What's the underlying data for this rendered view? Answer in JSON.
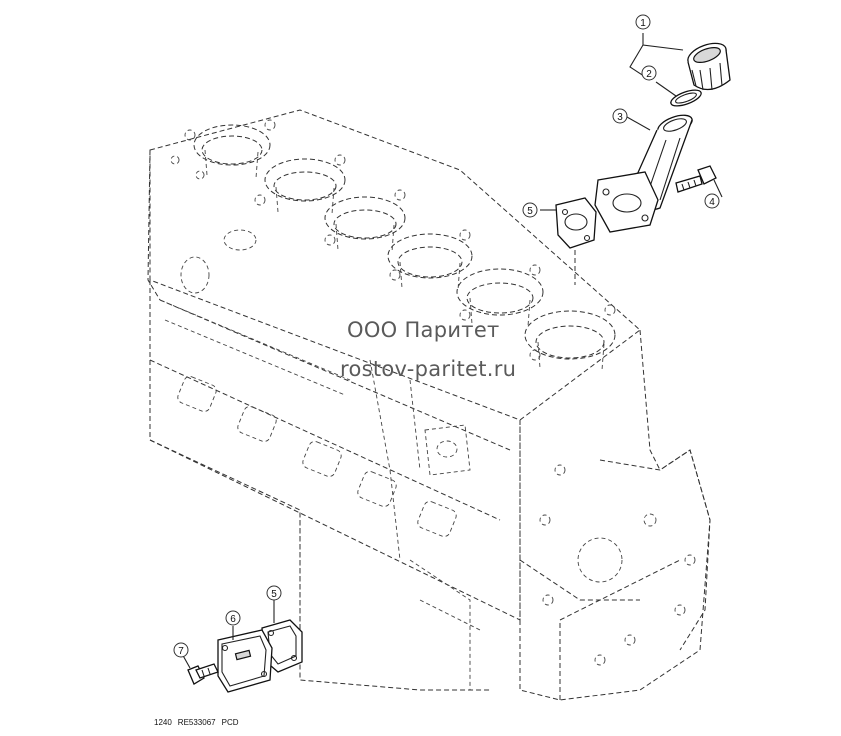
{
  "watermark": {
    "line1": "ООО Паритет",
    "line2": "rostov-paritet.ru"
  },
  "footer": {
    "figure_no": "1240",
    "drawing_code": "RE533067",
    "format": "PCD"
  },
  "callouts": [
    "1",
    "2",
    "3",
    "4",
    "5",
    "5",
    "6",
    "7"
  ]
}
